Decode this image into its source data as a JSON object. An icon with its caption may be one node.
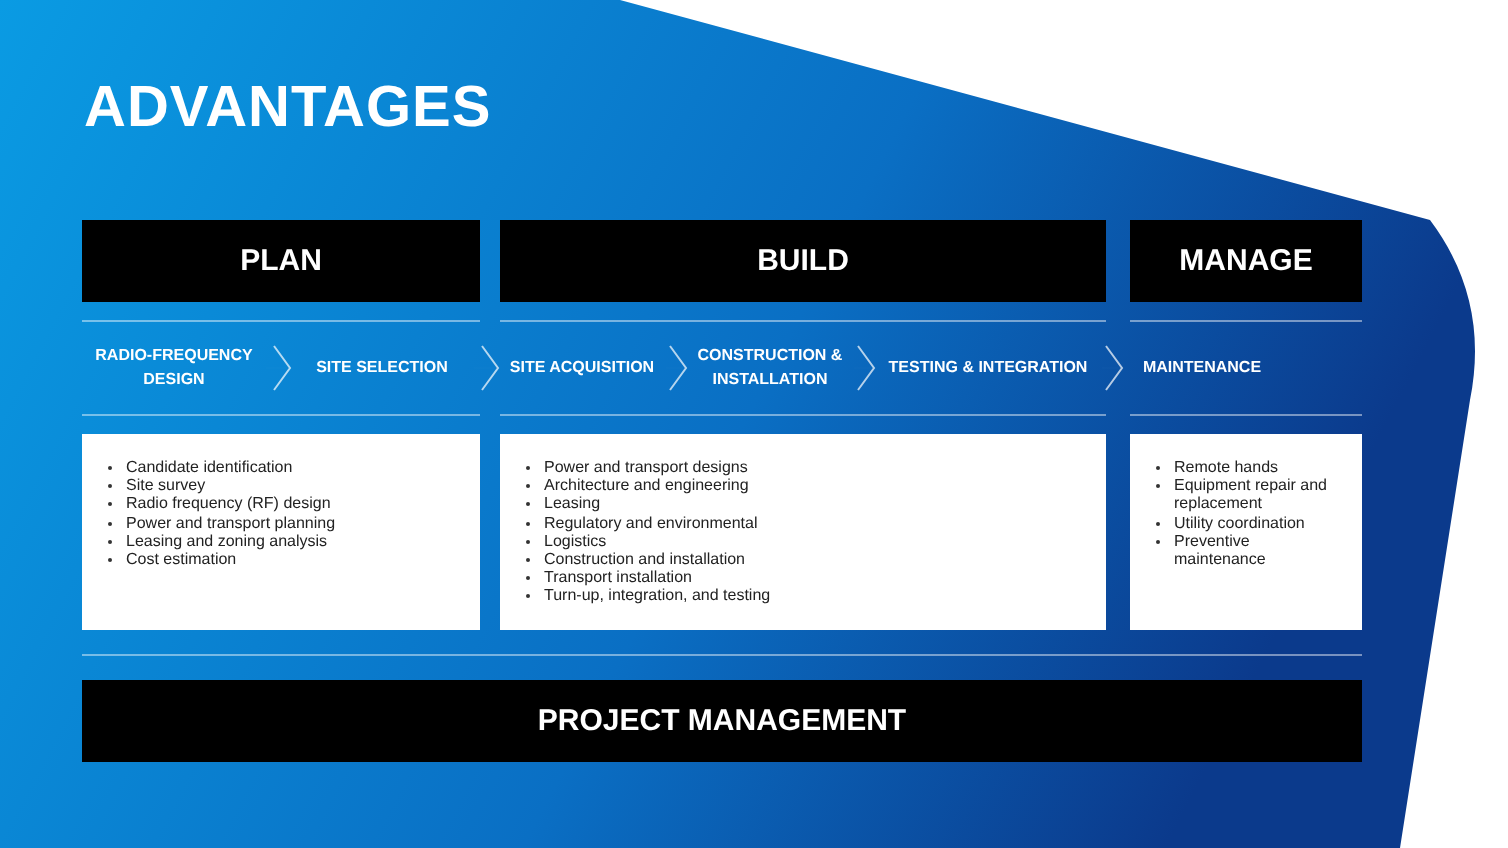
{
  "diagram": {
    "title": "ADVANTAGES",
    "nodes": [
      {
        "text": [
          "PLAN"
        ]
      },
      {
        "text": [
          "BUILD"
        ]
      },
      {
        "text": [
          "MANAGE"
        ]
      },
      {
        "text": [
          "RADIO-FREQUENCY DESIGN"
        ]
      },
      {
        "text": [
          "SITE SELECTION"
        ]
      },
      {
        "text": [
          "SITE ACQUISITION"
        ]
      },
      {
        "text": [
          "CONSTRUCTION & INSTALLATION"
        ]
      },
      {
        "text": [
          "TESTING & INTEGRATION"
        ]
      },
      {
        "text": [
          "MAINTENANCE"
        ]
      },
      {
        "text": [
          "Candidate identification",
          "Site survey",
          "Radio frequency (RF) design",
          "Power and transport planning",
          "Leasing and zoning analysis",
          "Cost estimation"
        ]
      },
      {
        "text": [
          "Power and transport designs",
          "Architecture and engineering",
          "Leasing",
          "Regulatory and environmental",
          "Logistics",
          "Construction and installation",
          "Transport installation",
          "Turn-up, integration, and testing"
        ]
      },
      {
        "text": [
          "Remote hands",
          "Equipment repair and replacement",
          "Utility coordination",
          "Preventive maintenance"
        ]
      },
      {
        "text": [
          "PROJECT MANAGEMENT"
        ]
      }
    ],
    "edges": [
      {
        "from": 3,
        "to": 4,
        "arrow": "to"
      },
      {
        "from": 4,
        "to": 5,
        "arrow": "to"
      },
      {
        "from": 5,
        "to": 6,
        "arrow": "to"
      },
      {
        "from": 6,
        "to": 7,
        "arrow": "to"
      },
      {
        "from": 7,
        "to": 8,
        "arrow": "to"
      }
    ]
  }
}
